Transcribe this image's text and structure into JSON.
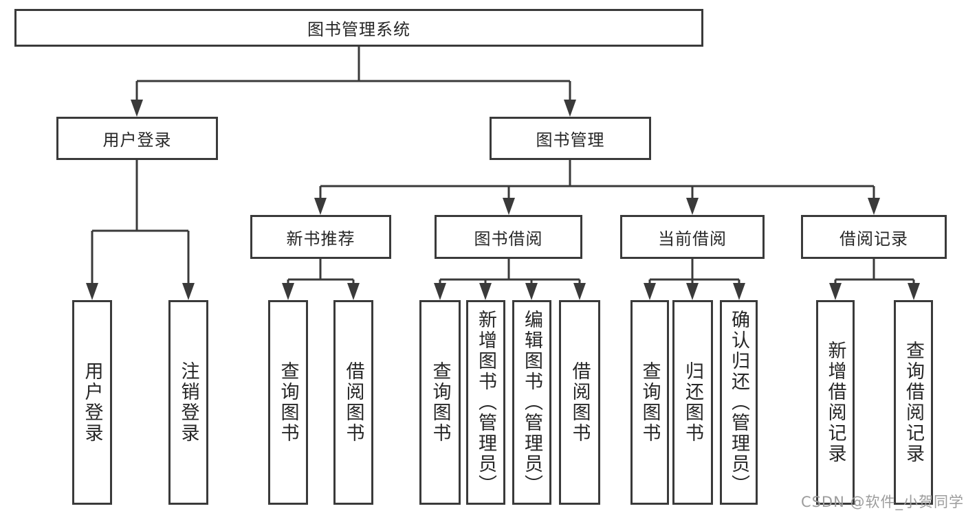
{
  "tree": {
    "root": {
      "label": "图书管理系统",
      "children": [
        {
          "label": "用户登录",
          "children": [
            {
              "label": "用户登录"
            },
            {
              "label": "注销登录"
            }
          ]
        },
        {
          "label": "图书管理",
          "children": [
            {
              "label": "新书推荐",
              "children": [
                {
                  "label": "查询图书"
                },
                {
                  "label": "借阅图书"
                }
              ]
            },
            {
              "label": "图书借阅",
              "children": [
                {
                  "label": "查询图书"
                },
                {
                  "label": "新增图书（管理员）"
                },
                {
                  "label": "编辑图书（管理员）"
                },
                {
                  "label": "借阅图书"
                }
              ]
            },
            {
              "label": "当前借阅",
              "children": [
                {
                  "label": "查询图书"
                },
                {
                  "label": "归还图书"
                },
                {
                  "label": "确认归还（管理员）"
                }
              ]
            },
            {
              "label": "借阅记录",
              "children": [
                {
                  "label": "新增借阅记录"
                },
                {
                  "label": "查询借阅记录"
                }
              ]
            }
          ]
        }
      ]
    }
  },
  "watermark": {
    "text": "CSDN @软件_小贺同学"
  },
  "colors": {
    "line": "#3a3a3a",
    "box_border": "#3a3a3a",
    "text": "#262626",
    "watermark": "#9c9c9c",
    "background": "#ffffff"
  }
}
